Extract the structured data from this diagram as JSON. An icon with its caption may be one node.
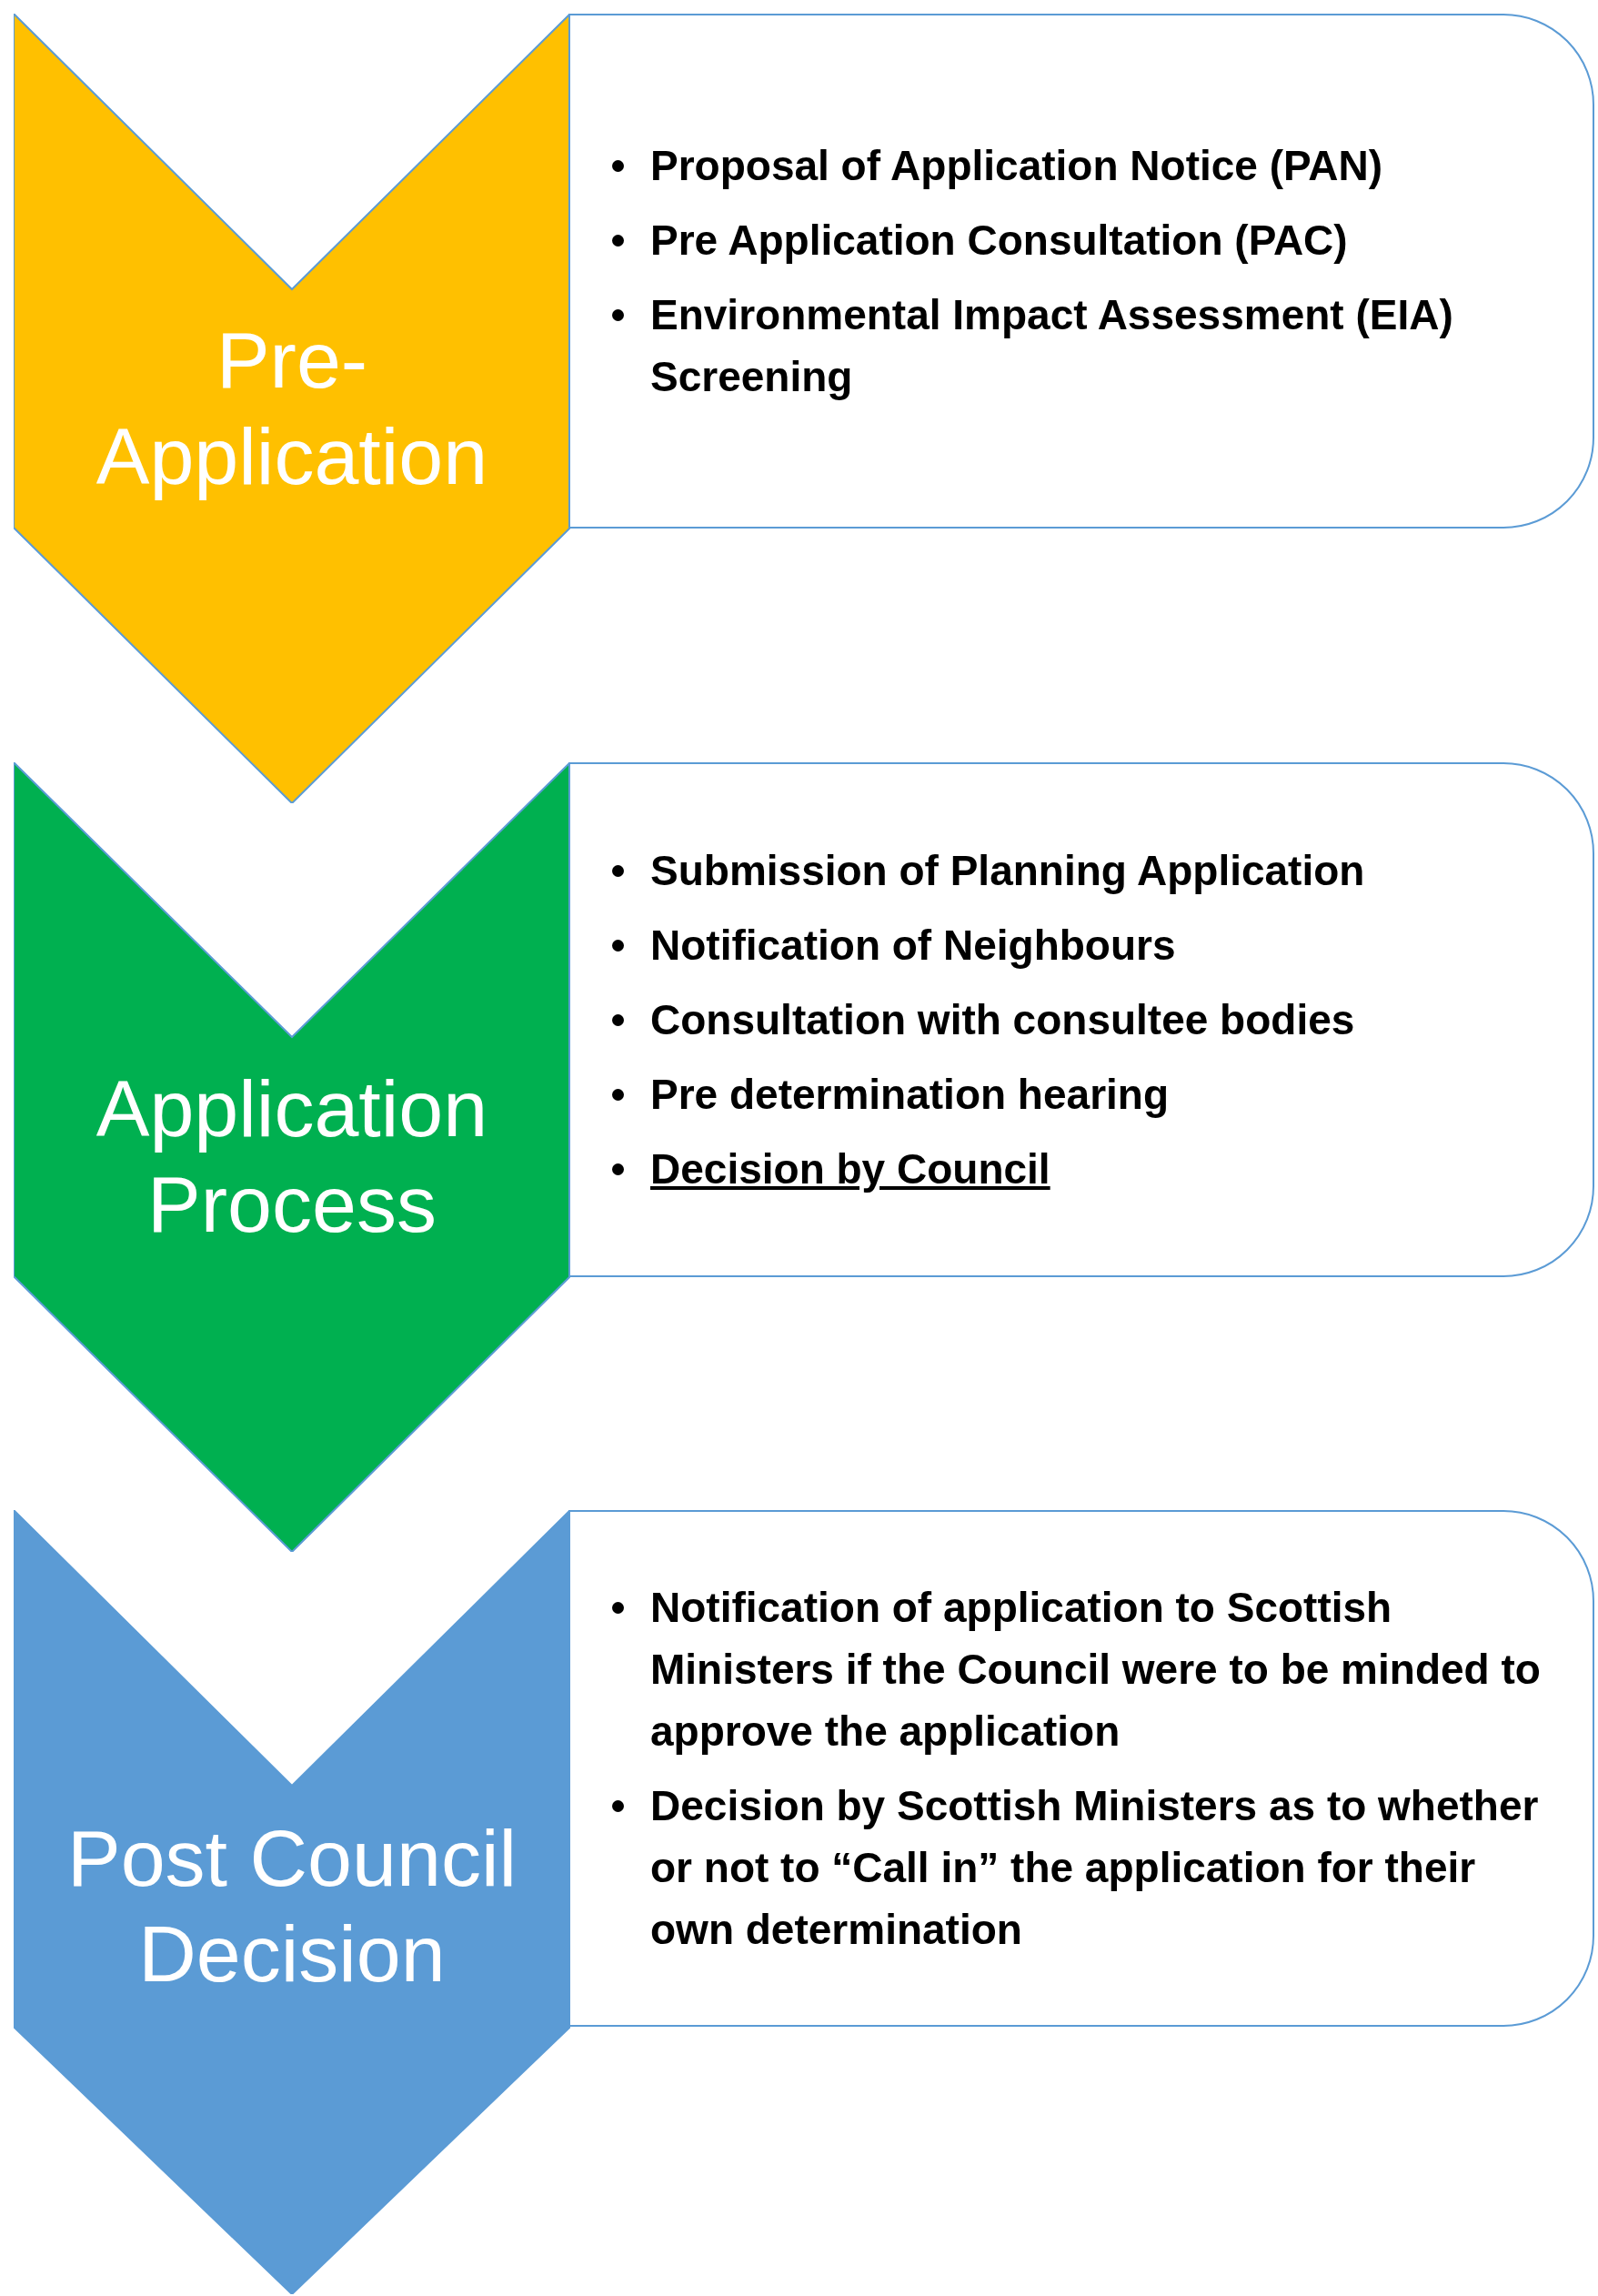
{
  "diagram": {
    "nodes": [
      {
        "text": [
          "Pre- Application"
        ]
      },
      {
        "text": [
          "Proposal of Application Notice (PAN)",
          "Pre Application Consultation (PAC)",
          "Environmental Impact Assessment (EIA) Screening"
        ]
      },
      {
        "text": [
          "Application Process"
        ]
      },
      {
        "text": [
          "Submission of Planning Application",
          "Notification of Neighbours",
          "Consultation with consultee bodies",
          "Pre determination hearing",
          "Decision by Council"
        ]
      },
      {
        "text": [
          "Post Council Decision"
        ]
      },
      {
        "text": [
          "Notification of application to Scottish Ministers if the Council were to be minded to approve the application",
          "Decision by Scottish Ministers as to whether or not to “Call in” the application for their own determination"
        ]
      }
    ]
  }
}
